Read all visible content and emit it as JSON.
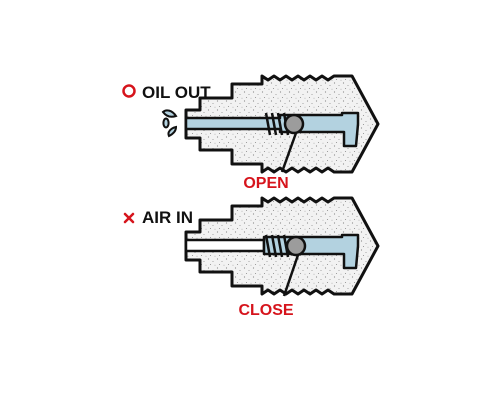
{
  "colors": {
    "outline": "#111111",
    "body_fill": "#f2f2f2",
    "speckle": "#8a8a8a",
    "passage": "#b3d2e0",
    "ball": "#9c9c9c",
    "accent": "#d6141c",
    "text": "#111111"
  },
  "top_view": {
    "state_icon": "circle-icon",
    "state_label": "OIL OUT",
    "valve_label": "OPEN"
  },
  "bottom_view": {
    "state_icon": "cross-icon",
    "state_label": "AIR IN",
    "valve_label": "CLOSE"
  }
}
